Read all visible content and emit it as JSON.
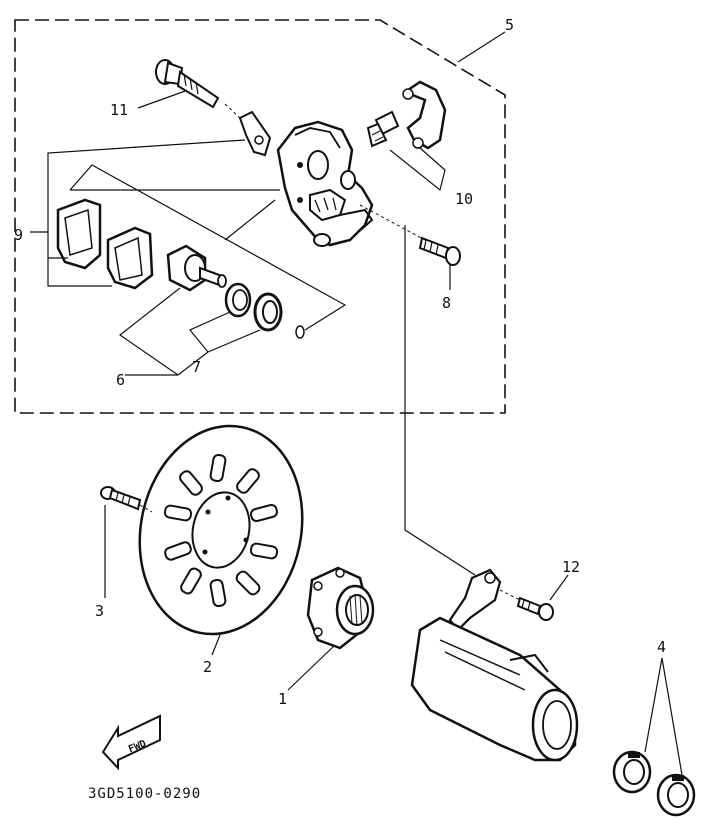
{
  "diagram": {
    "part_labels": {
      "p1": "1",
      "p2": "2",
      "p3": "3",
      "p4": "4",
      "p5": "5",
      "p6": "6",
      "p7": "7",
      "p8": "8",
      "p9": "9",
      "p10": "10",
      "p11": "11",
      "p12": "12"
    },
    "fwd_label": "FWD",
    "drawing_code": "3GD5100-0290"
  }
}
